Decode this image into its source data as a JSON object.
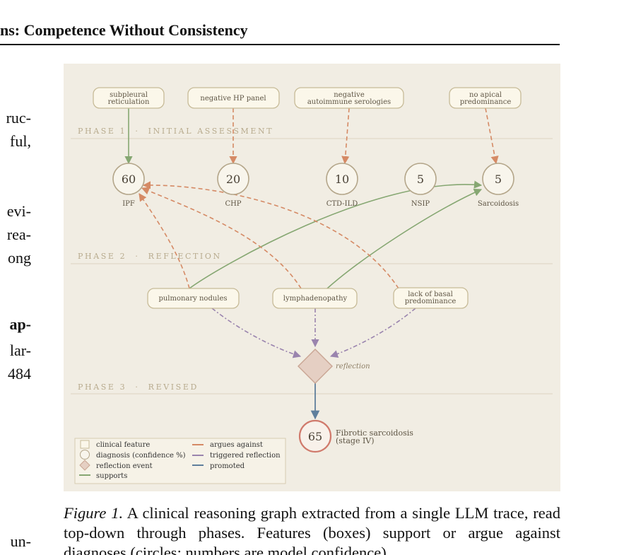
{
  "header": {
    "title": "ns: Competence Without Consistency"
  },
  "left_column": {
    "fragments": [
      "ruc-",
      "ful,",
      "evi-",
      "rea-",
      "ong",
      "ap-",
      "lar-",
      "484",
      "un-"
    ]
  },
  "figure": {
    "phases": [
      {
        "label": "PHASE 1  ·  INITIAL ASSESSMENT"
      },
      {
        "label": "PHASE 2  ·  REFLECTION"
      },
      {
        "label": "PHASE 3  ·  REVISED"
      }
    ],
    "features": [
      {
        "lines": [
          "subpleural",
          "reticulation"
        ]
      },
      {
        "lines": [
          "negative HP panel"
        ]
      },
      {
        "lines": [
          "negative",
          "autoimmune serologies"
        ]
      },
      {
        "lines": [
          "no apical",
          "predominance"
        ]
      },
      {
        "lines": [
          "pulmonary nodules"
        ]
      },
      {
        "lines": [
          "lymphadenopathy"
        ]
      },
      {
        "lines": [
          "lack of basal",
          "predominance"
        ]
      }
    ],
    "diagnoses": [
      {
        "name": "IPF",
        "confidence": "60"
      },
      {
        "name": "CHP",
        "confidence": "20"
      },
      {
        "name": "CTD-ILD",
        "confidence": "10"
      },
      {
        "name": "NSIP",
        "confidence": "5"
      },
      {
        "name": "Sarcoidosis",
        "confidence": "5"
      }
    ],
    "reflection": {
      "label": "reflection"
    },
    "final": {
      "confidence": "65",
      "lines": [
        "Fibrotic sarcoidosis",
        "(stage IV)"
      ]
    },
    "legend": {
      "clinical_feature": "clinical feature",
      "diagnosis": "diagnosis (confidence %)",
      "reflection_event": "reflection event",
      "supports": "supports",
      "argues_against": "argues against",
      "triggered_reflection": "triggered reflection",
      "promoted": "promoted"
    },
    "colors": {
      "background": "#f1ede3",
      "feature_fill": "#fbf7ea",
      "feature_stroke": "#c7bb98",
      "diagnosis_stroke": "#b4a68a",
      "final_stroke": "#d07a6c",
      "reflection_fill": "#e5cfc3",
      "supports": "#86a772",
      "argues_against": "#d58a65",
      "triggered_reflection": "#9a84ae",
      "promoted": "#5f7f9c",
      "phase_text": "#b8ab8e"
    }
  },
  "caption": {
    "label": "Figure 1.",
    "text": " A clinical reasoning graph extracted from a single LLM trace, read top-down through phases. Features (boxes) support or argue against diagnoses (circles; numbers are model confidence)."
  }
}
